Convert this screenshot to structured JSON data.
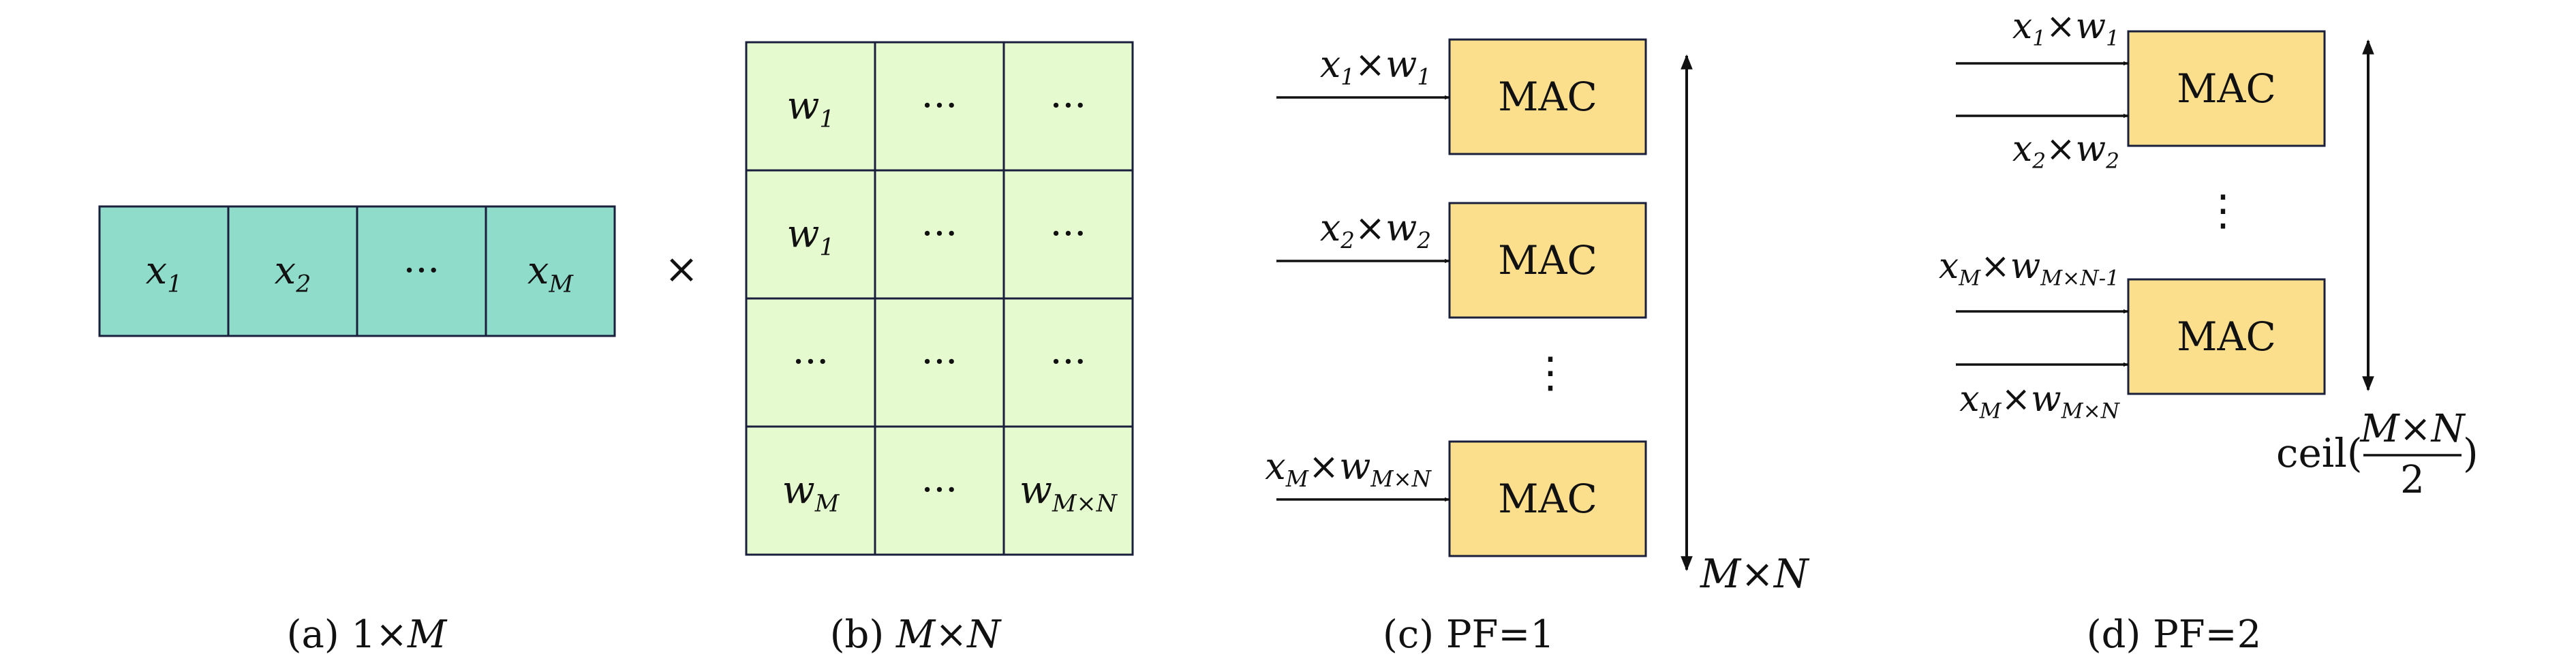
{
  "colors": {
    "vector_fill": "#8FDCCB",
    "matrix_fill": "#E6FAD0",
    "mac_fill": "#FCDF8C",
    "stroke": "#1A1F3C",
    "arrow": "#111111"
  },
  "panel_a": {
    "cells": [
      {
        "base": "x",
        "sub": "1"
      },
      {
        "base": "x",
        "sub": "2"
      },
      {
        "base": "",
        "sub": "",
        "plain": "···"
      },
      {
        "base": "x",
        "sub": "M"
      }
    ],
    "caption": {
      "prefix": "(a) 1×",
      "var": "M"
    }
  },
  "times_symbol": "×",
  "panel_b": {
    "rows": [
      [
        {
          "base": "w",
          "sub": "1"
        },
        {
          "plain": "···"
        },
        {
          "plain": "···"
        }
      ],
      [
        {
          "base": "w",
          "sub": "1"
        },
        {
          "plain": "···"
        },
        {
          "plain": "···"
        }
      ],
      [
        {
          "plain": "···"
        },
        {
          "plain": "···"
        },
        {
          "plain": "···"
        }
      ],
      [
        {
          "base": "w",
          "sub": "M"
        },
        {
          "plain": "···"
        },
        {
          "base": "w",
          "sub": "M×N"
        }
      ]
    ],
    "caption": {
      "prefix": "(b) ",
      "var": "M×N"
    }
  },
  "panel_c": {
    "mac_label": "MAC",
    "inputs": [
      {
        "a": "x",
        "a_sub": "1",
        "b": "w",
        "b_sub": "1"
      },
      {
        "a": "x",
        "a_sub": "2",
        "b": "w",
        "b_sub": "2"
      },
      {
        "a": "x",
        "a_sub": "M",
        "b": "w",
        "b_sub": "M×N"
      }
    ],
    "vdots": "⋮",
    "extent_label": "M×N",
    "caption": "(c) PF=1"
  },
  "panel_d": {
    "mac_label": "MAC",
    "inputs": [
      {
        "a": "x",
        "a_sub": "1",
        "b": "w",
        "b_sub": "1"
      },
      {
        "a": "x",
        "a_sub": "2",
        "b": "w",
        "b_sub": "2"
      },
      {
        "a": "x",
        "a_sub": "M",
        "b": "w",
        "b_sub": "M×N-1"
      },
      {
        "a": "x",
        "a_sub": "M",
        "b": "w",
        "b_sub": "M×N"
      }
    ],
    "vdots": "⋮",
    "extent_label": {
      "func": "ceil(",
      "numerator": "M×N",
      "denominator": "2",
      "close": ")"
    },
    "caption": "(d) PF=2"
  }
}
